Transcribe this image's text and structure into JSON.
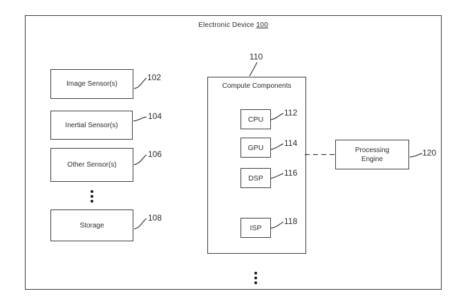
{
  "diagram": {
    "title": {
      "prefix": "Electronic Device",
      "ref": "100"
    },
    "sensors": [
      {
        "label": "Image Sensor(s)",
        "ref": "102"
      },
      {
        "label": "Inertial Sensor(s)",
        "ref": "104"
      },
      {
        "label": "Other Sensor(s)",
        "ref": "106"
      }
    ],
    "storage": {
      "label": "Storage",
      "ref": "108"
    },
    "compute": {
      "label": "Compute Components",
      "ref": "110",
      "units": [
        {
          "label": "CPU",
          "ref": "112"
        },
        {
          "label": "GPU",
          "ref": "114"
        },
        {
          "label": "DSP",
          "ref": "116"
        },
        {
          "label": "ISP",
          "ref": "118"
        }
      ]
    },
    "processing_engine": {
      "label": "Processing Engine",
      "lines": [
        "Processing",
        "Engine"
      ],
      "ref": "120"
    },
    "colors": {
      "ink": "#2b2b2b",
      "line": "#3a3a3a",
      "background": "#ffffff"
    }
  }
}
